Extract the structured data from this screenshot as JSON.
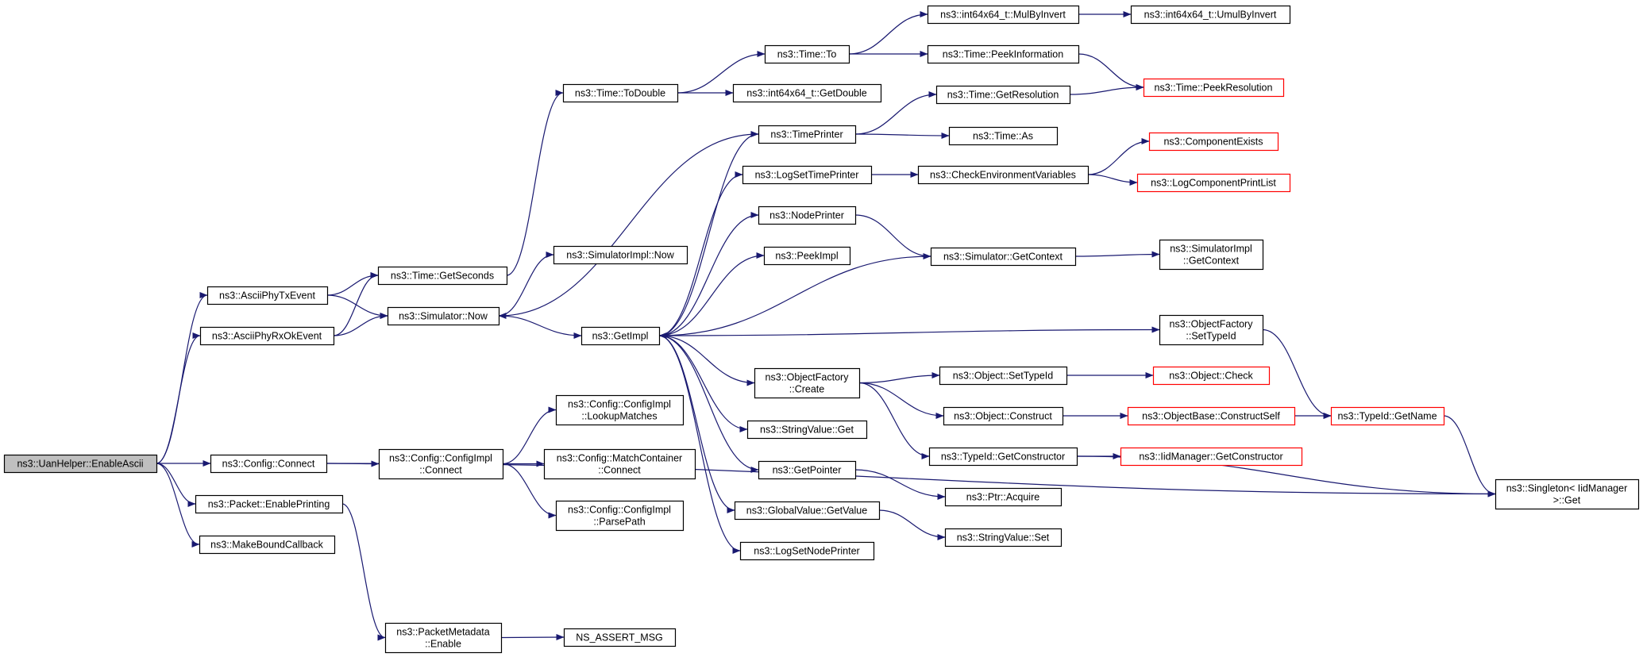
{
  "diagram": {
    "type": "call-graph",
    "edge_color": "#191970",
    "normal_border_color": "#000000",
    "truncated_border_color": "#ff0000",
    "root_fill_color": "#bfbfbf",
    "nodes": [
      {
        "id": "n0",
        "lines": [
          "ns3::UanHelper::EnableAscii"
        ],
        "style": "root"
      },
      {
        "id": "n1",
        "lines": [
          "ns3::AsciiPhyTxEvent"
        ],
        "style": "normal"
      },
      {
        "id": "n2",
        "lines": [
          "ns3::AsciiPhyRxOkEvent"
        ],
        "style": "normal"
      },
      {
        "id": "n3",
        "lines": [
          "ns3::Config::Connect"
        ],
        "style": "normal"
      },
      {
        "id": "n4",
        "lines": [
          "ns3::Packet::EnablePrinting"
        ],
        "style": "normal"
      },
      {
        "id": "n5",
        "lines": [
          "ns3::MakeBoundCallback"
        ],
        "style": "normal"
      },
      {
        "id": "n6",
        "lines": [
          "ns3::Time::GetSeconds"
        ],
        "style": "normal"
      },
      {
        "id": "n7",
        "lines": [
          "ns3::Simulator::Now"
        ],
        "style": "normal"
      },
      {
        "id": "n8",
        "lines": [
          "ns3::Config::ConfigImpl",
          "::Connect"
        ],
        "style": "normal"
      },
      {
        "id": "n9",
        "lines": [
          "ns3::PacketMetadata",
          "::Enable"
        ],
        "style": "normal"
      },
      {
        "id": "n10",
        "lines": [
          "ns3::Time::ToDouble"
        ],
        "style": "normal"
      },
      {
        "id": "n11",
        "lines": [
          "ns3::SimulatorImpl::Now"
        ],
        "style": "normal"
      },
      {
        "id": "n12",
        "lines": [
          "ns3::GetImpl"
        ],
        "style": "normal"
      },
      {
        "id": "n13",
        "lines": [
          "ns3::Config::ConfigImpl",
          "::LookupMatches"
        ],
        "style": "normal"
      },
      {
        "id": "n14",
        "lines": [
          "ns3::Config::MatchContainer",
          "::Connect"
        ],
        "style": "normal"
      },
      {
        "id": "n15",
        "lines": [
          "ns3::Config::ConfigImpl",
          "::ParsePath"
        ],
        "style": "normal"
      },
      {
        "id": "n16",
        "lines": [
          "NS_ASSERT_MSG"
        ],
        "style": "normal"
      },
      {
        "id": "n17",
        "lines": [
          "ns3::Time::To"
        ],
        "style": "normal"
      },
      {
        "id": "n18",
        "lines": [
          "ns3::int64x64_t::GetDouble"
        ],
        "style": "normal"
      },
      {
        "id": "n19",
        "lines": [
          "ns3::TimePrinter"
        ],
        "style": "normal"
      },
      {
        "id": "n20",
        "lines": [
          "ns3::LogSetTimePrinter"
        ],
        "style": "normal"
      },
      {
        "id": "n21",
        "lines": [
          "ns3::NodePrinter"
        ],
        "style": "normal"
      },
      {
        "id": "n22",
        "lines": [
          "ns3::PeekImpl"
        ],
        "style": "normal"
      },
      {
        "id": "n23",
        "lines": [
          "ns3::ObjectFactory",
          "::Create"
        ],
        "style": "normal"
      },
      {
        "id": "n24",
        "lines": [
          "ns3::StringValue::Get"
        ],
        "style": "normal"
      },
      {
        "id": "n25",
        "lines": [
          "ns3::GetPointer"
        ],
        "style": "normal"
      },
      {
        "id": "n26",
        "lines": [
          "ns3::GlobalValue::GetValue"
        ],
        "style": "normal"
      },
      {
        "id": "n27",
        "lines": [
          "ns3::LogSetNodePrinter"
        ],
        "style": "normal"
      },
      {
        "id": "n28",
        "lines": [
          "ns3::int64x64_t::MulByInvert"
        ],
        "style": "normal"
      },
      {
        "id": "n29",
        "lines": [
          "ns3::Time::PeekInformation"
        ],
        "style": "normal"
      },
      {
        "id": "n30",
        "lines": [
          "ns3::Time::GetResolution"
        ],
        "style": "normal"
      },
      {
        "id": "n31",
        "lines": [
          "ns3::Time::As"
        ],
        "style": "normal"
      },
      {
        "id": "n32",
        "lines": [
          "ns3::CheckEnvironmentVariables"
        ],
        "style": "normal"
      },
      {
        "id": "n33",
        "lines": [
          "ns3::Simulator::GetContext"
        ],
        "style": "normal"
      },
      {
        "id": "n34",
        "lines": [
          "ns3::Object::SetTypeId"
        ],
        "style": "normal"
      },
      {
        "id": "n35",
        "lines": [
          "ns3::Object::Construct"
        ],
        "style": "normal"
      },
      {
        "id": "n36",
        "lines": [
          "ns3::TypeId::GetConstructor"
        ],
        "style": "normal"
      },
      {
        "id": "n37",
        "lines": [
          "ns3::Ptr::Acquire"
        ],
        "style": "normal"
      },
      {
        "id": "n38",
        "lines": [
          "ns3::StringValue::Set"
        ],
        "style": "normal"
      },
      {
        "id": "n39",
        "lines": [
          "ns3::int64x64_t::UmulByInvert"
        ],
        "style": "normal"
      },
      {
        "id": "n40",
        "lines": [
          "ns3::Time::PeekResolution"
        ],
        "style": "truncated"
      },
      {
        "id": "n41",
        "lines": [
          "ns3::ComponentExists"
        ],
        "style": "truncated"
      },
      {
        "id": "n42",
        "lines": [
          "ns3::LogComponentPrintList"
        ],
        "style": "truncated"
      },
      {
        "id": "n43",
        "lines": [
          "ns3::SimulatorImpl",
          "::GetContext"
        ],
        "style": "normal"
      },
      {
        "id": "n44",
        "lines": [
          "ns3::ObjectFactory",
          "::SetTypeId"
        ],
        "style": "normal"
      },
      {
        "id": "n45",
        "lines": [
          "ns3::Object::Check"
        ],
        "style": "truncated"
      },
      {
        "id": "n46",
        "lines": [
          "ns3::ObjectBase::ConstructSelf"
        ],
        "style": "truncated"
      },
      {
        "id": "n47",
        "lines": [
          "ns3::IidManager::GetConstructor"
        ],
        "style": "truncated"
      },
      {
        "id": "n48",
        "lines": [
          "ns3::TypeId::GetName"
        ],
        "style": "truncated"
      },
      {
        "id": "n49",
        "lines": [
          "ns3::Singleton< IidManager",
          ">::Get"
        ],
        "style": "normal"
      }
    ],
    "edges": [
      [
        "n0",
        "n1"
      ],
      [
        "n0",
        "n2"
      ],
      [
        "n0",
        "n3"
      ],
      [
        "n0",
        "n4"
      ],
      [
        "n0",
        "n5"
      ],
      [
        "n1",
        "n6"
      ],
      [
        "n1",
        "n7"
      ],
      [
        "n2",
        "n6"
      ],
      [
        "n2",
        "n7"
      ],
      [
        "n3",
        "n8"
      ],
      [
        "n3",
        "n49"
      ],
      [
        "n4",
        "n9"
      ],
      [
        "n6",
        "n10"
      ],
      [
        "n7",
        "n11"
      ],
      [
        "n7",
        "n12"
      ],
      [
        "n8",
        "n13"
      ],
      [
        "n8",
        "n14"
      ],
      [
        "n8",
        "n15"
      ],
      [
        "n9",
        "n16"
      ],
      [
        "n10",
        "n17"
      ],
      [
        "n10",
        "n18"
      ],
      [
        "n12",
        "n19"
      ],
      [
        "n12",
        "n20"
      ],
      [
        "n12",
        "n21"
      ],
      [
        "n12",
        "n22"
      ],
      [
        "n12",
        "n23"
      ],
      [
        "n12",
        "n24"
      ],
      [
        "n12",
        "n25"
      ],
      [
        "n12",
        "n26"
      ],
      [
        "n12",
        "n27"
      ],
      [
        "n12",
        "n44"
      ],
      [
        "n17",
        "n28"
      ],
      [
        "n17",
        "n29"
      ],
      [
        "n28",
        "n39"
      ],
      [
        "n29",
        "n40"
      ],
      [
        "n19",
        "n7"
      ],
      [
        "n19",
        "n30"
      ],
      [
        "n19",
        "n31"
      ],
      [
        "n30",
        "n40"
      ],
      [
        "n20",
        "n32"
      ],
      [
        "n32",
        "n41"
      ],
      [
        "n32",
        "n42"
      ],
      [
        "n21",
        "n33"
      ],
      [
        "n33",
        "n12"
      ],
      [
        "n33",
        "n43"
      ],
      [
        "n23",
        "n34"
      ],
      [
        "n23",
        "n35"
      ],
      [
        "n23",
        "n36"
      ],
      [
        "n34",
        "n45"
      ],
      [
        "n35",
        "n46"
      ],
      [
        "n46",
        "n48"
      ],
      [
        "n44",
        "n48"
      ],
      [
        "n48",
        "n49"
      ],
      [
        "n36",
        "n47"
      ],
      [
        "n36",
        "n49"
      ],
      [
        "n25",
        "n37"
      ],
      [
        "n26",
        "n38"
      ]
    ]
  }
}
